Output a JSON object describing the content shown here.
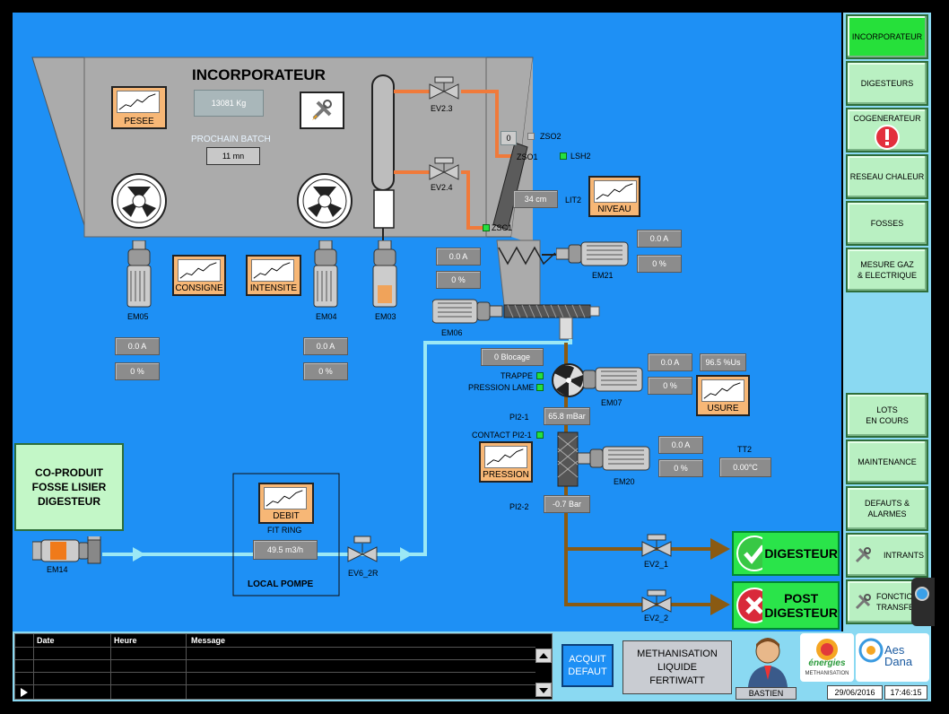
{
  "nav": {
    "items": [
      {
        "key": "incorporateur",
        "label": "INCORPORATEUR",
        "active": true
      },
      {
        "key": "digesteurs",
        "label": "DIGESTEURS"
      },
      {
        "key": "cogenerateur",
        "label": "COGENERATEUR"
      },
      {
        "key": "reseau",
        "label": "RESEAU CHALEUR"
      },
      {
        "key": "fosses",
        "label": "FOSSES"
      },
      {
        "key": "mesure",
        "label": "MESURE GAZ\n& ELECTRIQUE"
      },
      {
        "key": "lots",
        "label": "LOTS\nEN COURS"
      },
      {
        "key": "maintenance",
        "label": "MAINTENANCE"
      },
      {
        "key": "defauts",
        "label": "DEFAUTS &\nALARMES"
      },
      {
        "key": "intrants",
        "label": "INTRANTS"
      },
      {
        "key": "fonction",
        "label": "FONCTIO\nTRANSFE"
      }
    ]
  },
  "hopper": {
    "title": "INCORPORATEUR",
    "weight": "13081 Kg",
    "next_batch_label": "PROCHAIN BATCH",
    "next_batch_value": "11 mn"
  },
  "graph_buttons": {
    "pesee": "PESEE",
    "consigne": "CONSIGNE",
    "intensite": "INTENSITE",
    "niveau": "NIVEAU",
    "usure": "USURE",
    "pression": "PRESSION",
    "debit": "DEBIT"
  },
  "motors": {
    "em05": {
      "name": "EM05",
      "current": "0.0 A",
      "pct": "0 %"
    },
    "em04": {
      "name": "EM04",
      "current": "0.0 A",
      "pct": "0 %"
    },
    "em03": {
      "name": "EM03"
    },
    "em06": {
      "name": "EM06",
      "current": "0.0 A",
      "pct": "0 %"
    },
    "em21": {
      "name": "EM21",
      "current": "0.0 A",
      "pct": "0 %"
    },
    "em07": {
      "name": "EM07",
      "current": "0.0 A",
      "pct": "0 %",
      "wear": "96.5 %Us"
    },
    "em20": {
      "name": "EM20",
      "current": "0.0 A",
      "pct": "0 %"
    },
    "em14": {
      "name": "EM14"
    }
  },
  "valves": {
    "ev23": "EV2.3",
    "ev24": "EV2.4",
    "ev6": "EV6_2R",
    "ev21": "EV2_1",
    "ev22": "EV2_2"
  },
  "sensors": {
    "zso2": "ZSO2",
    "zso1": "ZSO1",
    "zso1_value": "0",
    "lsh2": "LSH2",
    "lit2": "LIT2",
    "lit2_value": "34 cm",
    "zsc1": "ZSC1",
    "blocage": "0 Blocage",
    "trappe": "TRAPPE",
    "pression_lame": "PRESSION LAME",
    "pi21_label": "PI2-1",
    "pi21_value": "65.8 mBar",
    "contact_pi21": "CONTACT PI2-1",
    "pi22_label": "PI2-2",
    "pi22_value": "-0.7 Bar",
    "tt2_label": "TT2",
    "tt2_value": "0.00°C",
    "fit_ring": "FIT RING",
    "flow": "49.5 m3/h"
  },
  "coproduit": "CO-PRODUIT\nFOSSE LISIER\nDIGESTEUR",
  "local_pompe": "LOCAL POMPE",
  "destinations": {
    "digesteur": "DIGESTEUR",
    "post_digesteur": "POST\nDIGESTEUR"
  },
  "alarm_table": {
    "columns": [
      "Date",
      "Heure",
      "Message"
    ]
  },
  "footer": {
    "acquit": "ACQUIT\nDEFAUT",
    "project": "METHANISATION\nLIQUIDE\nFERTIWATT",
    "user": "BASTIEN",
    "logo1_text": "énergies",
    "logo1_sub": "METHANISATION",
    "logo2_text": "Aes\nDana",
    "date": "29/06/2016",
    "time": "17:46:15"
  },
  "colors": {
    "background": "#1e90f5",
    "pipe_orange": "#f07a3a",
    "pipe_cyan": "#9be8f5",
    "pipe_brown": "#8a5a12",
    "active_green": "#26e03a"
  }
}
